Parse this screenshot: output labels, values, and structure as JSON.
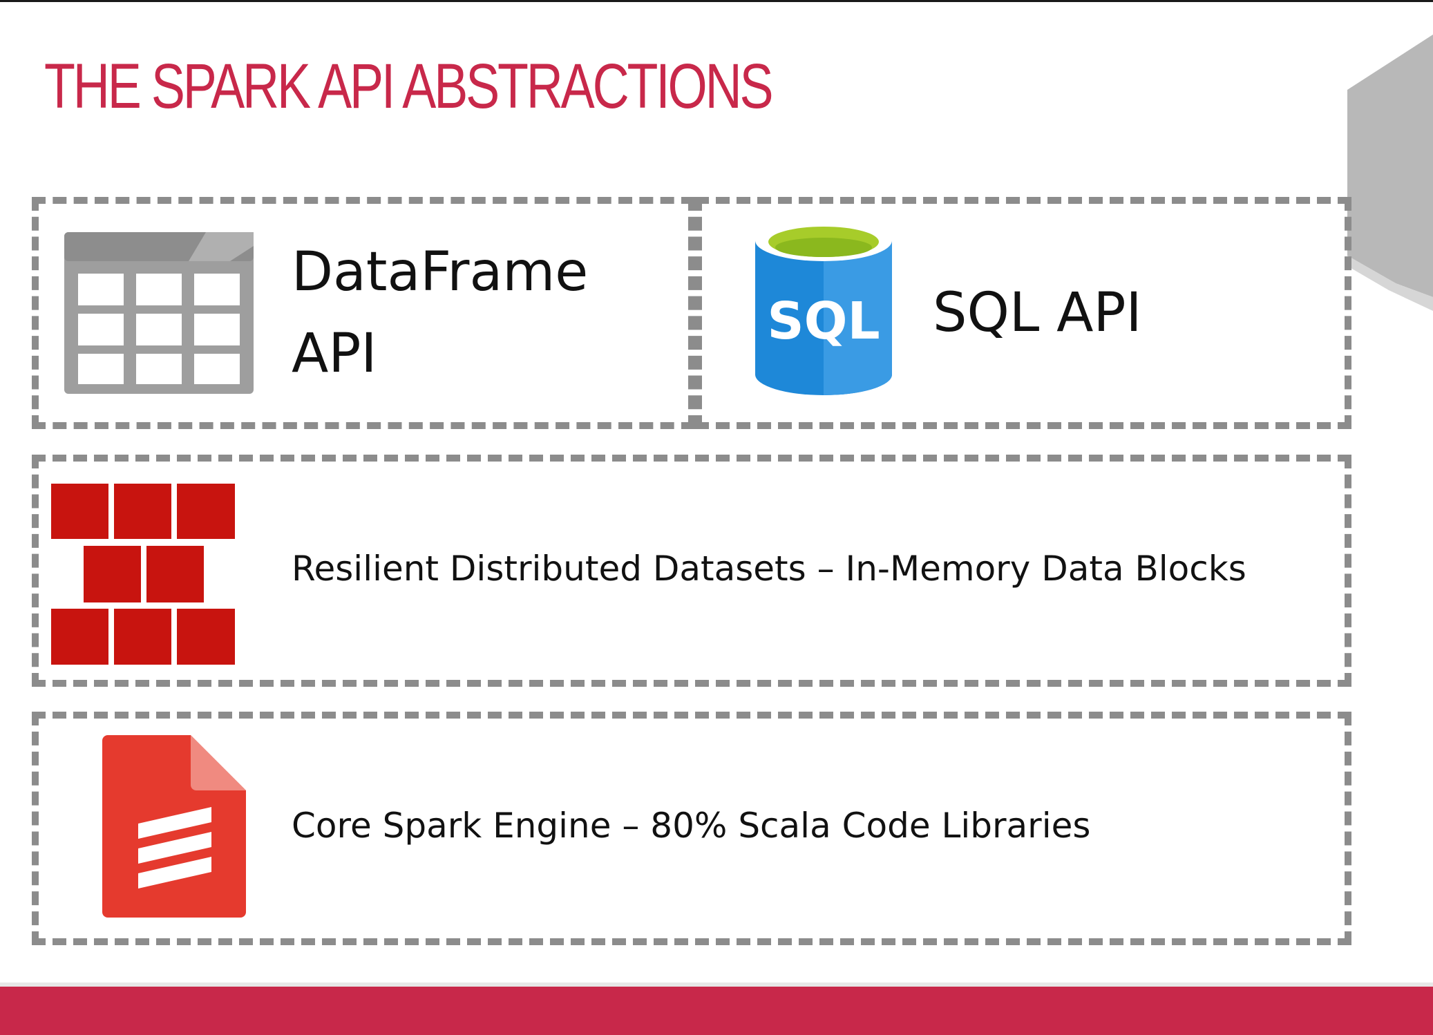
{
  "slide": {
    "title": "THE SPARK API ABSTRACTIONS"
  },
  "layers": {
    "dataframe": {
      "label_line1": "DataFrame",
      "label_line2": "API",
      "icon": "table-icon"
    },
    "sql": {
      "label": "SQL API",
      "icon": "sql-database-icon",
      "icon_text": "SQL"
    },
    "rdd": {
      "label": "Resilient Distributed Datasets – In-Memory Data Blocks",
      "icon": "brick-wall-icon"
    },
    "core": {
      "label": "Core Spark Engine – 80% Scala Code Libraries",
      "icon": "document-icon"
    }
  },
  "colors": {
    "title": "#c8284a",
    "footer": "#c8284a",
    "border": "#8c8c8c",
    "brick": "#c8140f",
    "sql_blue": "#1e88d8",
    "sql_top": "#a7cc2a",
    "doc_red": "#e53a2e"
  }
}
